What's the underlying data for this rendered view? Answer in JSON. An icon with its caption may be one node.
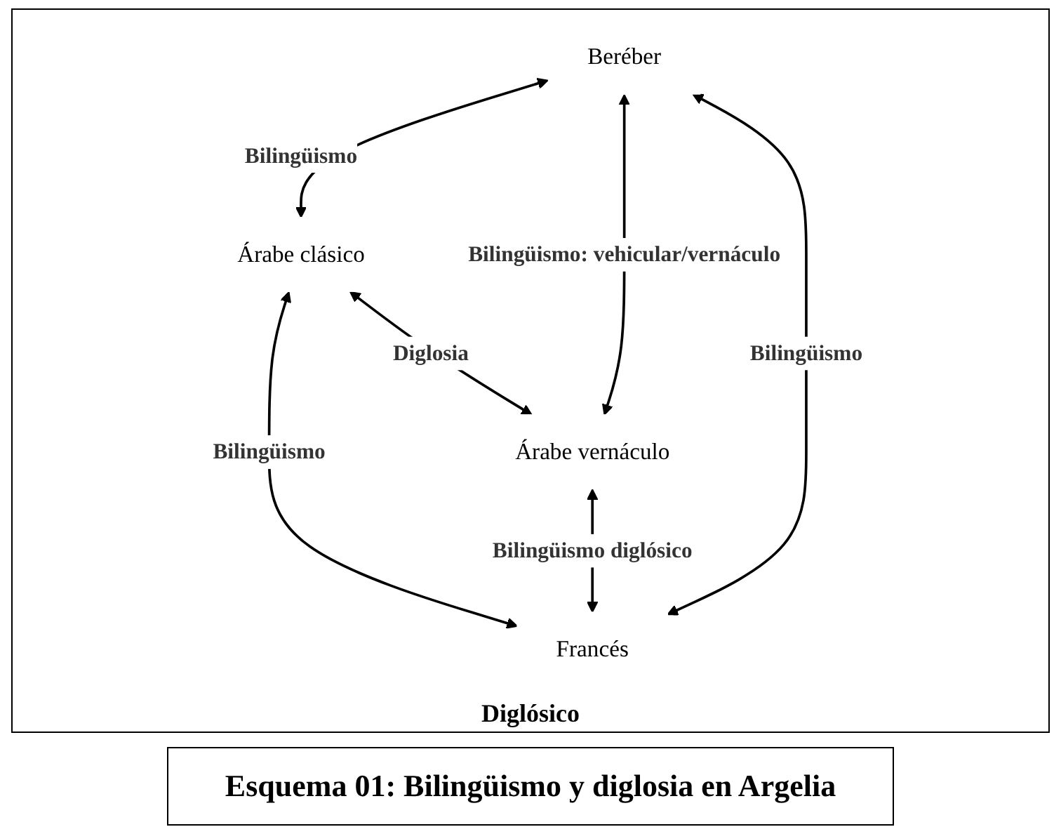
{
  "diagram": {
    "caption": "Esquema 01: Bilingüismo y diglosia en Argelia",
    "nodes": [
      {
        "text": [
          "Beréber"
        ]
      },
      {
        "text": [
          "Árabe clásico"
        ]
      },
      {
        "text": [
          "Árabe vernáculo"
        ]
      },
      {
        "text": [
          "Francés"
        ]
      }
    ],
    "edges": [
      {
        "from": 0,
        "to": 1,
        "arrow": "both",
        "label": "Bilingüismo"
      },
      {
        "from": 0,
        "to": 2,
        "arrow": "both",
        "label": "Bilingüismo: vehicular/vernáculo"
      },
      {
        "from": 1,
        "to": 3,
        "arrow": "both",
        "label": "Bilingüismo"
      },
      {
        "from": 2,
        "to": 3,
        "arrow": "both",
        "label": "Bilingüismo diglósico"
      },
      {
        "from": 1,
        "to": 2,
        "arrow": "both",
        "label": "Diglosia"
      },
      {
        "from": 0,
        "to": 3,
        "arrow": "both",
        "label": "Bilingüismo"
      }
    ],
    "labels": [
      "Diglósico"
    ]
  }
}
